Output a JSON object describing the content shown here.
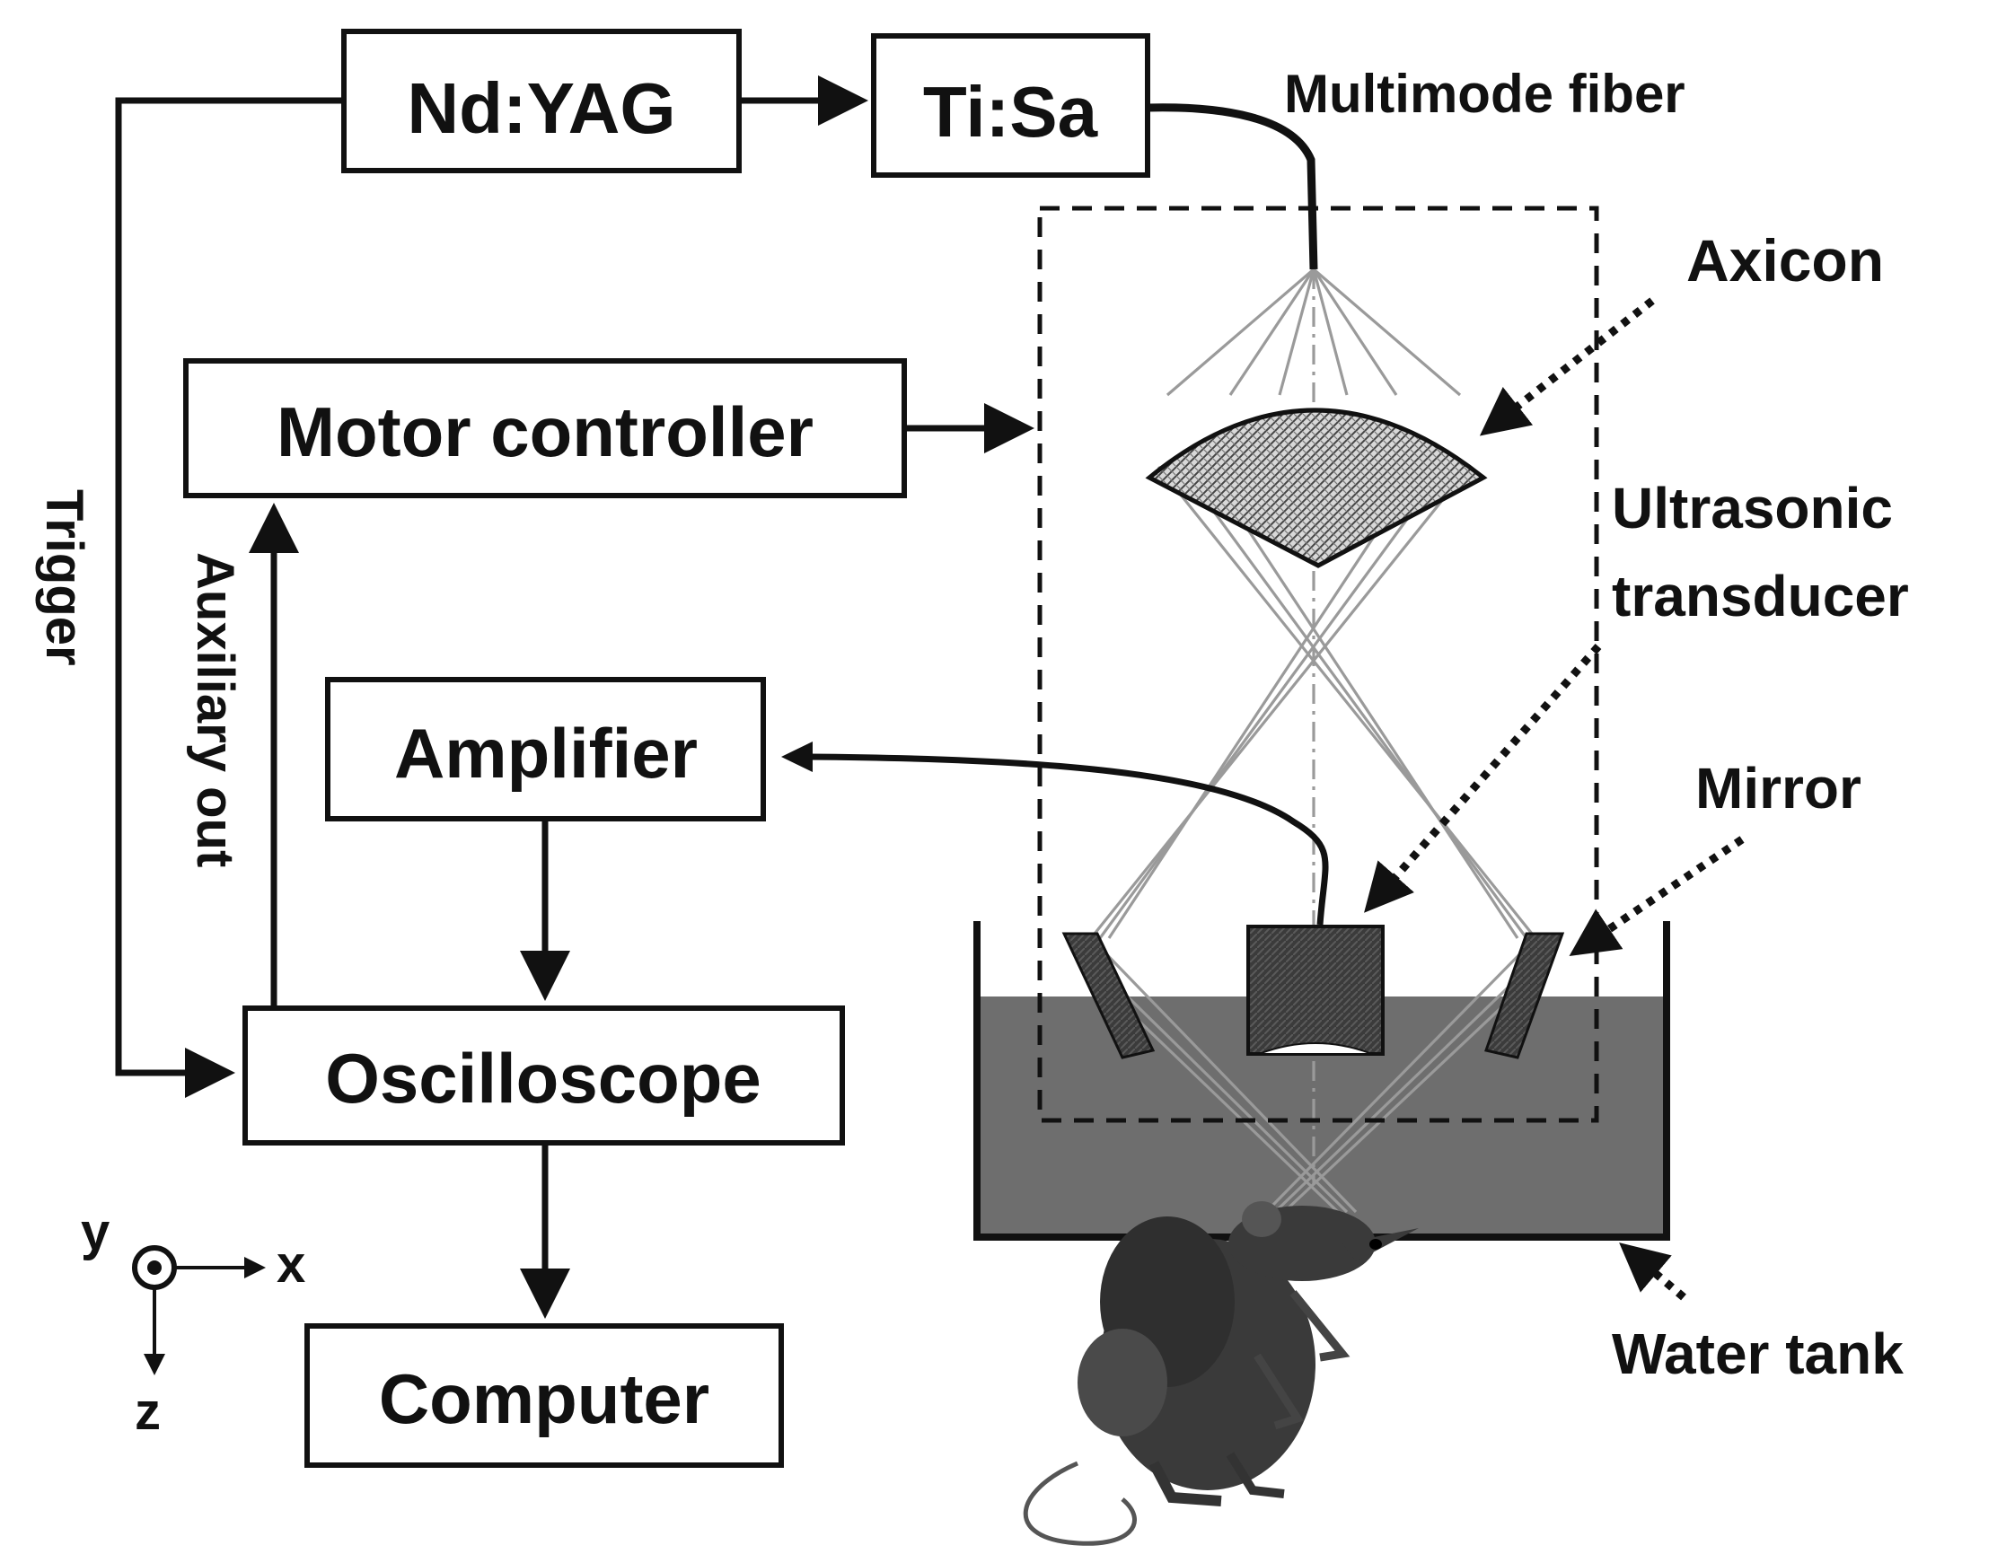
{
  "blocks": {
    "ndyag": "Nd:YAG",
    "tisa": "Ti:Sa",
    "motor_controller": "Motor controller",
    "amplifier": "Amplifier",
    "oscilloscope": "Oscilloscope",
    "computer": "Computer"
  },
  "signals": {
    "trigger": "Trigger",
    "auxiliary_out": "Auxiliary out"
  },
  "components": {
    "multimode_fiber": "Multimode fiber",
    "axicon": "Axicon",
    "ultrasonic_line1": "Ultrasonic",
    "ultrasonic_line2": "transducer",
    "mirror": "Mirror",
    "water_tank": "Water tank"
  },
  "axes": {
    "y": "y",
    "x": "x",
    "z": "z"
  },
  "colors": {
    "water": "#6e6e6e",
    "ink": "#111111",
    "ray": "#9a9a9a"
  }
}
